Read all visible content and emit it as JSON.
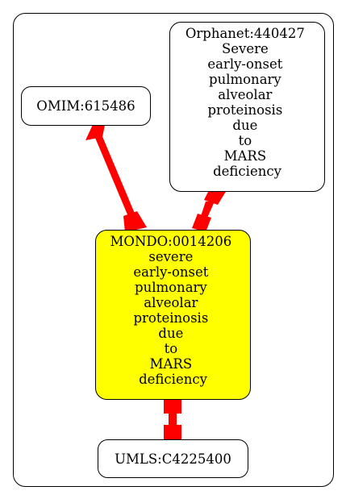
{
  "colors": {
    "edge": "#ff0000",
    "center_fill": "#ffff00",
    "node_fill": "#ffffff",
    "stroke": "#000000"
  },
  "nodes": {
    "omim": {
      "lines": [
        "OMIM:615486"
      ]
    },
    "orphanet": {
      "lines": [
        "Orphanet:440427",
        "Severe",
        "early-onset",
        "pulmonary",
        "alveolar",
        "proteinosis",
        "due",
        "to",
        "MARS",
        "deficiency"
      ]
    },
    "mondo": {
      "lines": [
        "MONDO:0014206",
        "severe",
        "early-onset",
        "pulmonary",
        "alveolar",
        "proteinosis",
        "due",
        "to",
        "MARS",
        "deficiency"
      ]
    },
    "umls": {
      "lines": [
        "UMLS:C4225400"
      ]
    }
  },
  "edges": [
    {
      "from": "omim",
      "to": "mondo"
    },
    {
      "from": "orphanet",
      "to": "mondo"
    },
    {
      "from": "mondo",
      "to": "umls"
    }
  ]
}
